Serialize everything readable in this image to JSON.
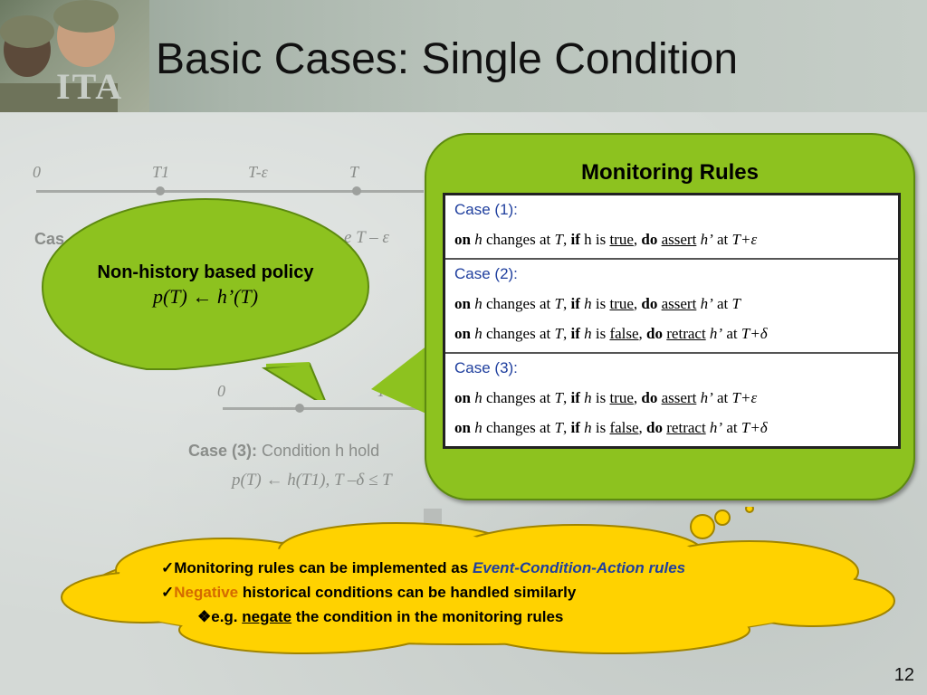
{
  "slide": {
    "title": "Basic Cases: Single Condition",
    "logo_text": "ITA",
    "page_number": "12"
  },
  "timeline_top": {
    "labels": [
      "0",
      "T1",
      "T-ε",
      "T"
    ],
    "case_fragment_left": "Cas",
    "case_fragment_right": "e T – ε"
  },
  "timeline_bottom": {
    "labels": [
      "0",
      "T"
    ],
    "case_label": "Case (3):",
    "case_text": "Condition h hold",
    "formula": "p(T) ← h(T1), T –δ ≤ T"
  },
  "bubble": {
    "title": "Non-history based policy",
    "formula": "p(T) ← h’(T)",
    "color": "#8dc21f"
  },
  "monitoring": {
    "title": "Monitoring Rules",
    "color": "#8dc21f",
    "cases": [
      {
        "label": "Case (1):",
        "lines": [
          [
            "on",
            "h",
            "changes at",
            "T",
            "if",
            "h is",
            "true",
            "do",
            "assert",
            "h’",
            "at",
            "T+ε"
          ]
        ]
      },
      {
        "label": "Case (2):",
        "lines": [
          [
            "on",
            "h",
            "changes at",
            "T",
            "if",
            "h",
            "is",
            "true",
            "do",
            "assert",
            "h’",
            "at",
            "T"
          ],
          [
            "on",
            "h",
            "changes at",
            "T",
            "if",
            "h",
            "is",
            "false",
            "do",
            "retract",
            "h’",
            "at",
            "T+δ"
          ]
        ]
      },
      {
        "label": "Case (3):",
        "lines": [
          [
            "on",
            "h",
            "changes at",
            "T",
            "if",
            "h",
            "is",
            "true",
            "do",
            "assert",
            "h’",
            "at",
            "T+ε"
          ],
          [
            "on",
            "h",
            "changes at",
            "T",
            "if",
            "h",
            "is",
            "false",
            "do",
            "retract",
            "h’",
            "at",
            "T+δ"
          ]
        ]
      }
    ]
  },
  "cloud": {
    "color": "#ffd200",
    "bullet1_prefix": "Monitoring rules can be implemented as ",
    "bullet1_highlight": "Event-Condition-Action rules",
    "bullet2_highlight": "Negative",
    "bullet2_rest": " historical conditions can be handled similarly",
    "bullet3_prefix": "e.g. ",
    "bullet3_underlined": "negate",
    "bullet3_rest": " the condition in the monitoring rules"
  }
}
